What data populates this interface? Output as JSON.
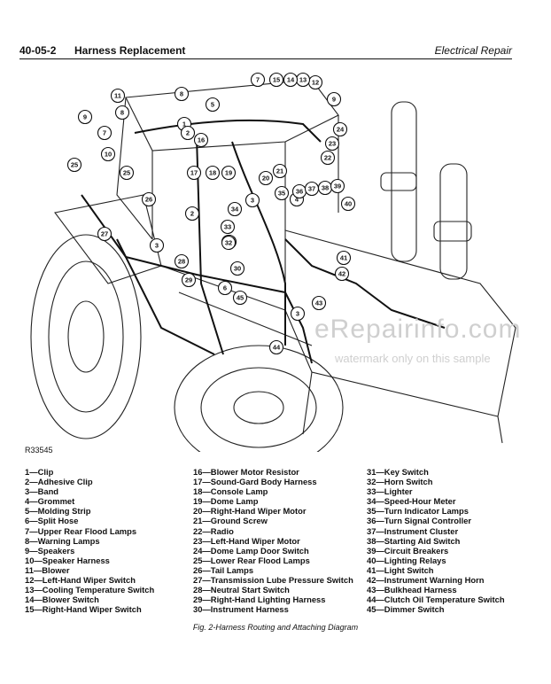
{
  "header": {
    "page_number": "40-05-2",
    "title": "Harness Replacement",
    "section": "Electrical Repair"
  },
  "figure_id": "R33545",
  "watermark": {
    "site": "eRepairinfo.com",
    "note": "watermark only on this sample"
  },
  "caption": "Fig. 2-Harness Routing and Attaching Diagram",
  "callouts": [
    "1",
    "2",
    "3",
    "4",
    "5",
    "6",
    "7",
    "8",
    "9",
    "10",
    "11",
    "12",
    "13",
    "14",
    "15",
    "16",
    "17",
    "18",
    "19",
    "20",
    "21",
    "22",
    "23",
    "24",
    "25",
    "26",
    "27",
    "28",
    "29",
    "30",
    "31",
    "32",
    "33",
    "34",
    "35",
    "36",
    "37",
    "38",
    "39",
    "40",
    "41",
    "42",
    "43",
    "44",
    "45"
  ],
  "legend": [
    "1—Clip",
    "2—Adhesive Clip",
    "3—Band",
    "4—Grommet",
    "5—Molding Strip",
    "6—Split Hose",
    "7—Upper Rear Flood Lamps",
    "8—Warning Lamps",
    "9—Speakers",
    "10—Speaker Harness",
    "11—Blower",
    "12—Left-Hand Wiper Switch",
    "13—Cooling Temperature Switch",
    "14—Blower Switch",
    "15—Right-Hand Wiper Switch",
    "16—Blower Motor Resistor",
    "17—Sound-Gard Body Harness",
    "18—Console Lamp",
    "19—Dome Lamp",
    "20—Right-Hand Wiper Motor",
    "21—Ground Screw",
    "22—Radio",
    "23—Left-Hand Wiper Motor",
    "24—Dome Lamp Door Switch",
    "25—Lower Rear Flood Lamps",
    "26—Tail Lamps",
    "27—Transmission Lube Pressure Switch",
    "28—Neutral Start Switch",
    "29—Right-Hand Lighting Harness",
    "30—Instrument Harness",
    "31—Key Switch",
    "32—Horn Switch",
    "33—Lighter",
    "34—Speed-Hour Meter",
    "35—Turn Indicator Lamps",
    "36—Turn Signal Controller",
    "37—Instrument Cluster",
    "38—Starting Aid Switch",
    "39—Circuit Breakers",
    "40—Lighting Relays",
    "41—Light Switch",
    "42—Instrument Warning Horn",
    "43—Bulkhead Harness",
    "44—Clutch Oil Temperature Switch",
    "45—Dimmer Switch"
  ]
}
